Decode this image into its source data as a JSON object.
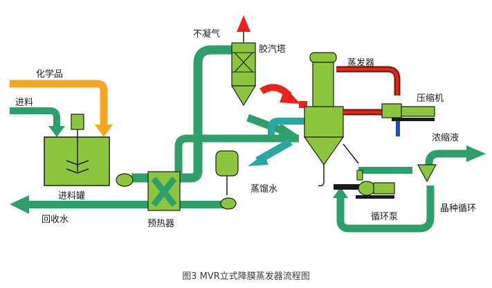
{
  "caption": "图3 MVR立式降膜蒸发器流程图",
  "labels": {
    "noncondensable_gas": "不凝气",
    "gas_scrubber": "胶汽塔",
    "chemicals": "化学品",
    "feed": "进料",
    "evaporator": "蒸发器",
    "compressor": "压缩机",
    "concentrate": "浓缩液",
    "feed_tank": "进料罐",
    "distillate": "蒸馏水",
    "recycled_water": "回收水",
    "preheater": "预热器",
    "circulation_pump": "循环泵",
    "seed_crystal_circulation": "晶种循环"
  },
  "colors": {
    "vessel": "#8cc63f",
    "vessel_edge": "#1a1a1a",
    "pipe_green": "#2e9e6a",
    "pipe_orange": "#f5a623",
    "pipe_red": "#e8231e",
    "pipe_teal": "#2aa7a0",
    "steam_line_dark": "#7a1e12",
    "compressor_blue": "#1f4fb5"
  }
}
